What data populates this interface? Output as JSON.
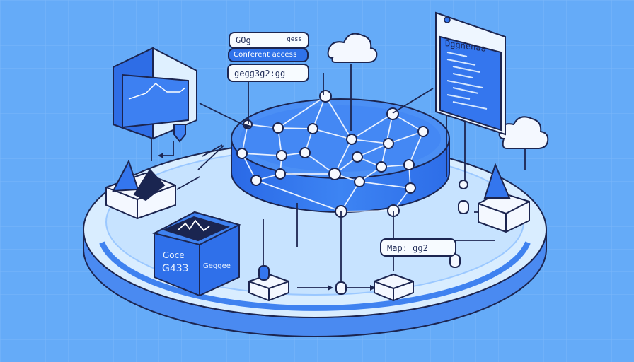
{
  "labels": {
    "tag_top": "GOg",
    "tag_top_side": "gess",
    "tag_access": "Conferent access",
    "tag_code": "gegg3g2:gg",
    "panel_title": "Dggnenaa",
    "box_line1": "Goce",
    "box_line2": "G433",
    "box_side": "Geggee",
    "map_label": "Map: gg2"
  },
  "colors": {
    "background": "#65abf8",
    "platform_top": "#d8ecff",
    "platform_rim": "#3d7ff0",
    "cylinder": "#3877ec",
    "outline": "#1c2550",
    "node": "#f5f8ff"
  },
  "icons": {
    "clouds": [
      "cloud-icon",
      "cloud-icon"
    ],
    "monitor": "monitor-icon",
    "code_panel": "code-window-icon",
    "chart_box": "chart-box-icon"
  }
}
